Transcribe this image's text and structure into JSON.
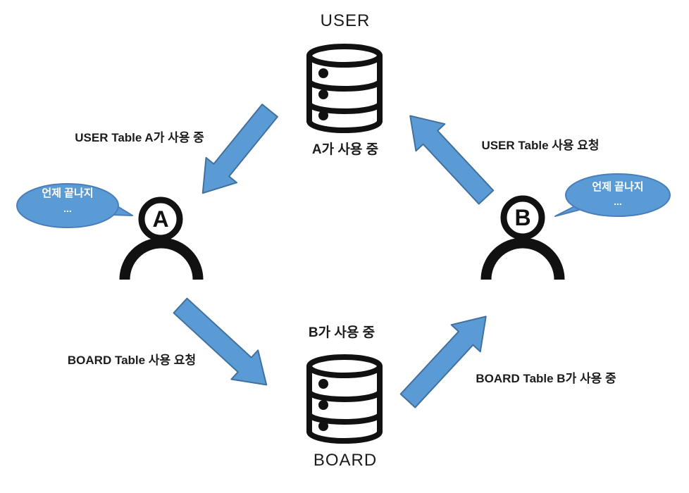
{
  "diagram": {
    "type": "deadlock-illustration",
    "nodes": {
      "user_table": {
        "title": "USER",
        "status": "A가 사용 중"
      },
      "board_table": {
        "title": "BOARD",
        "status": "B가 사용 중"
      },
      "person_a": {
        "label": "A",
        "thought_line1": "언제 끝나지",
        "thought_line2": "..."
      },
      "person_b": {
        "label": "B",
        "thought_line1": "언제 끝나지",
        "thought_line2": "..."
      }
    },
    "arrows": {
      "user_db_to_a": {
        "label": "USER Table A가 사용 중",
        "direction": "USER DB → person A"
      },
      "b_to_user_db": {
        "label": "USER Table 사용 요청",
        "direction": "person B → USER DB"
      },
      "a_to_board_db": {
        "label": "BOARD Table 사용 요청",
        "direction": "person A → BOARD DB"
      },
      "board_db_to_b": {
        "label": "BOARD Table B가 사용 중",
        "direction": "BOARD DB → person B"
      }
    },
    "colors": {
      "arrow_fill": "#5B9BD5",
      "arrow_stroke": "#41719C",
      "bubble_fill": "#5B9BD5",
      "bubble_stroke": "#4A7EBB",
      "icon_stroke": "#111111",
      "text": "#1C1C1C",
      "bubble_text": "#FFFFFF",
      "background": "#FFFFFF"
    }
  }
}
